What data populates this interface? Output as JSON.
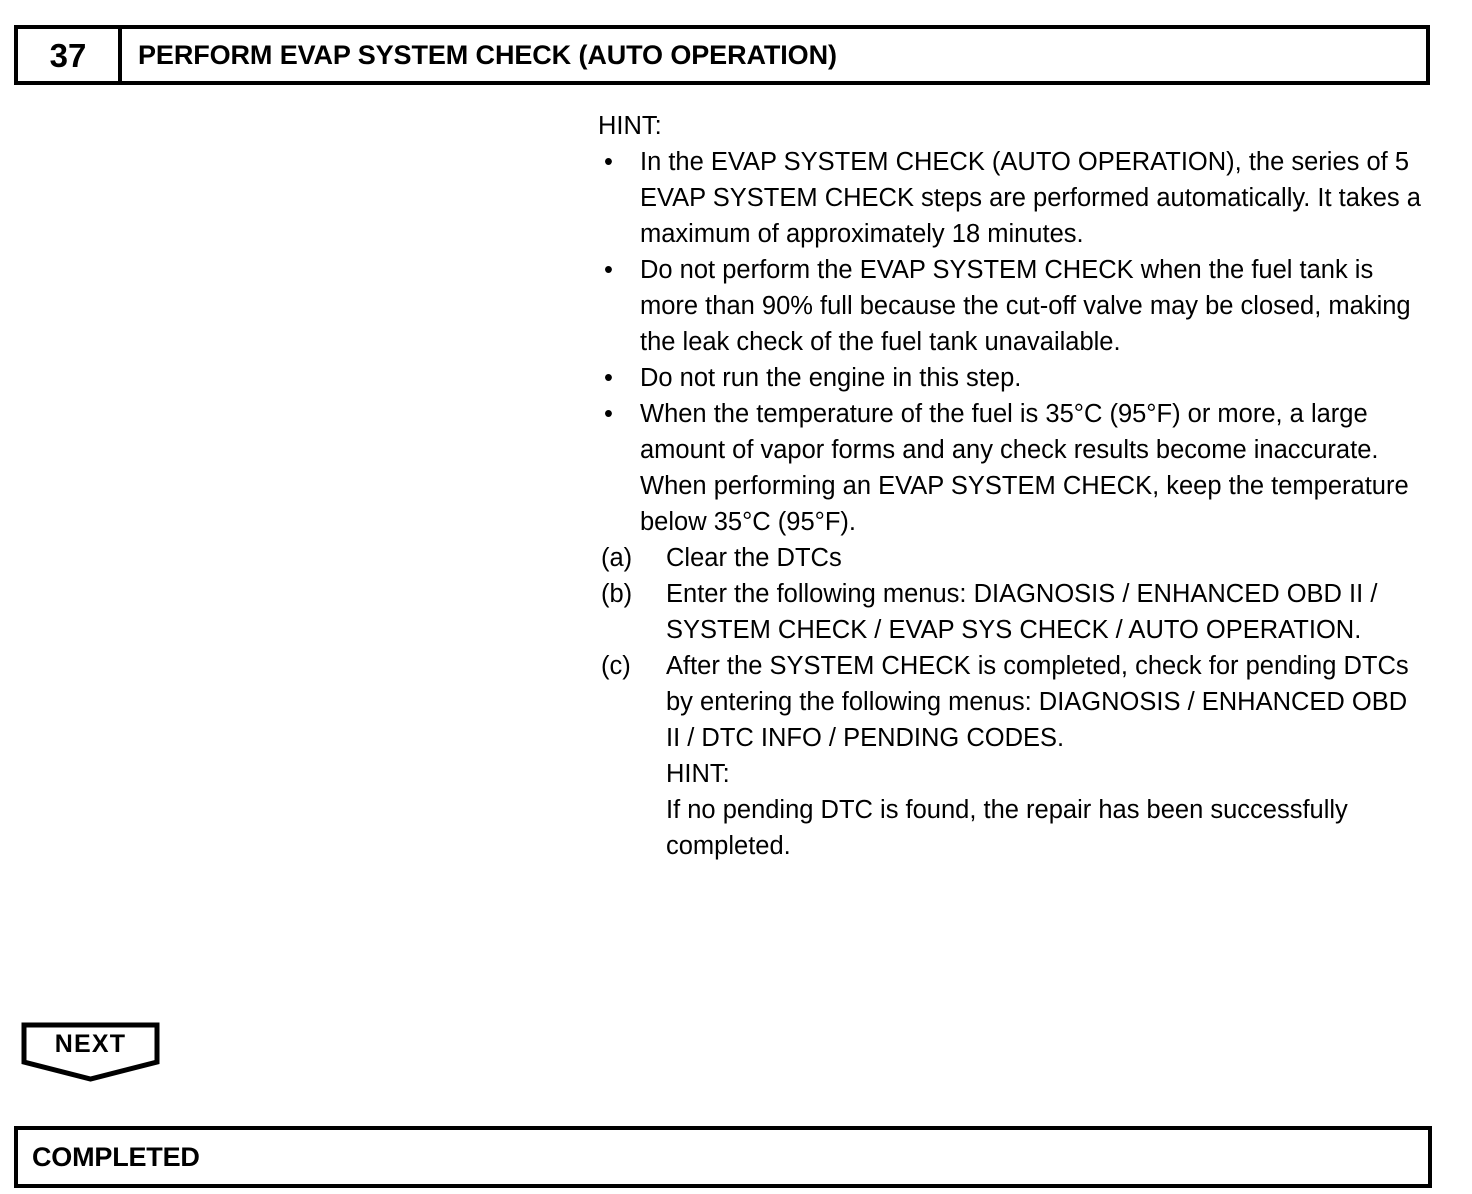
{
  "header": {
    "step_number": "37",
    "title": "PERFORM EVAP SYSTEM CHECK (AUTO OPERATION)"
  },
  "body": {
    "hint_label": "HINT:",
    "bullet_marker": "•",
    "bullets": [
      "In the EVAP SYSTEM CHECK (AUTO OPERATION), the series of 5 EVAP SYSTEM CHECK steps are performed automatically. It takes a maximum of approximately 18 minutes.",
      "Do not perform the EVAP SYSTEM CHECK when the fuel tank is more than 90% full because the cut-off valve may be closed, making the leak check of the fuel tank unavailable.",
      "Do not run the engine in this step.",
      "When the temperature of the fuel is 35°C (95°F) or more, a large amount of vapor forms and any check results become inaccurate. When performing an EVAP SYSTEM CHECK, keep the temperature below 35°C (95°F)."
    ],
    "steps": [
      {
        "marker": "(a)",
        "text": "Clear the DTCs"
      },
      {
        "marker": "(b)",
        "text": "Enter the following menus: DIAGNOSIS / ENHANCED OBD II / SYSTEM CHECK / EVAP SYS CHECK / AUTO OPERATION."
      },
      {
        "marker": "(c)",
        "text": "After the SYSTEM CHECK is completed, check for pending DTCs by entering the following menus: DIAGNOSIS / ENHANCED OBD II / DTC INFO / PENDING CODES.",
        "hint_label": "HINT:",
        "hint_text": "If no pending DTC is found, the repair has been successfully completed."
      }
    ]
  },
  "footer": {
    "next_label": "NEXT",
    "completed_label": "COMPLETED"
  }
}
